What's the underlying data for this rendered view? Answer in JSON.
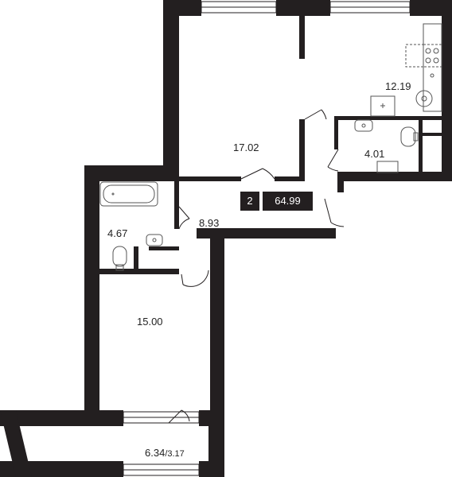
{
  "plan": {
    "rooms": [
      {
        "id": "bedroom",
        "area": "17.02"
      },
      {
        "id": "kitchen",
        "area": "12.19"
      },
      {
        "id": "bathroom-right",
        "area": "4.01"
      },
      {
        "id": "bathroom-left",
        "area": "4.67"
      },
      {
        "id": "hallway",
        "area": "8.93"
      },
      {
        "id": "living-room",
        "area": "15.00"
      }
    ],
    "balcony": {
      "area": "6.34",
      "reduced": "/3.17"
    },
    "summary": {
      "rooms_count": "2",
      "total_area": "64.99"
    }
  },
  "colors": {
    "wall": "#231f20",
    "fixture": "#555555",
    "background": "#ffffff"
  }
}
